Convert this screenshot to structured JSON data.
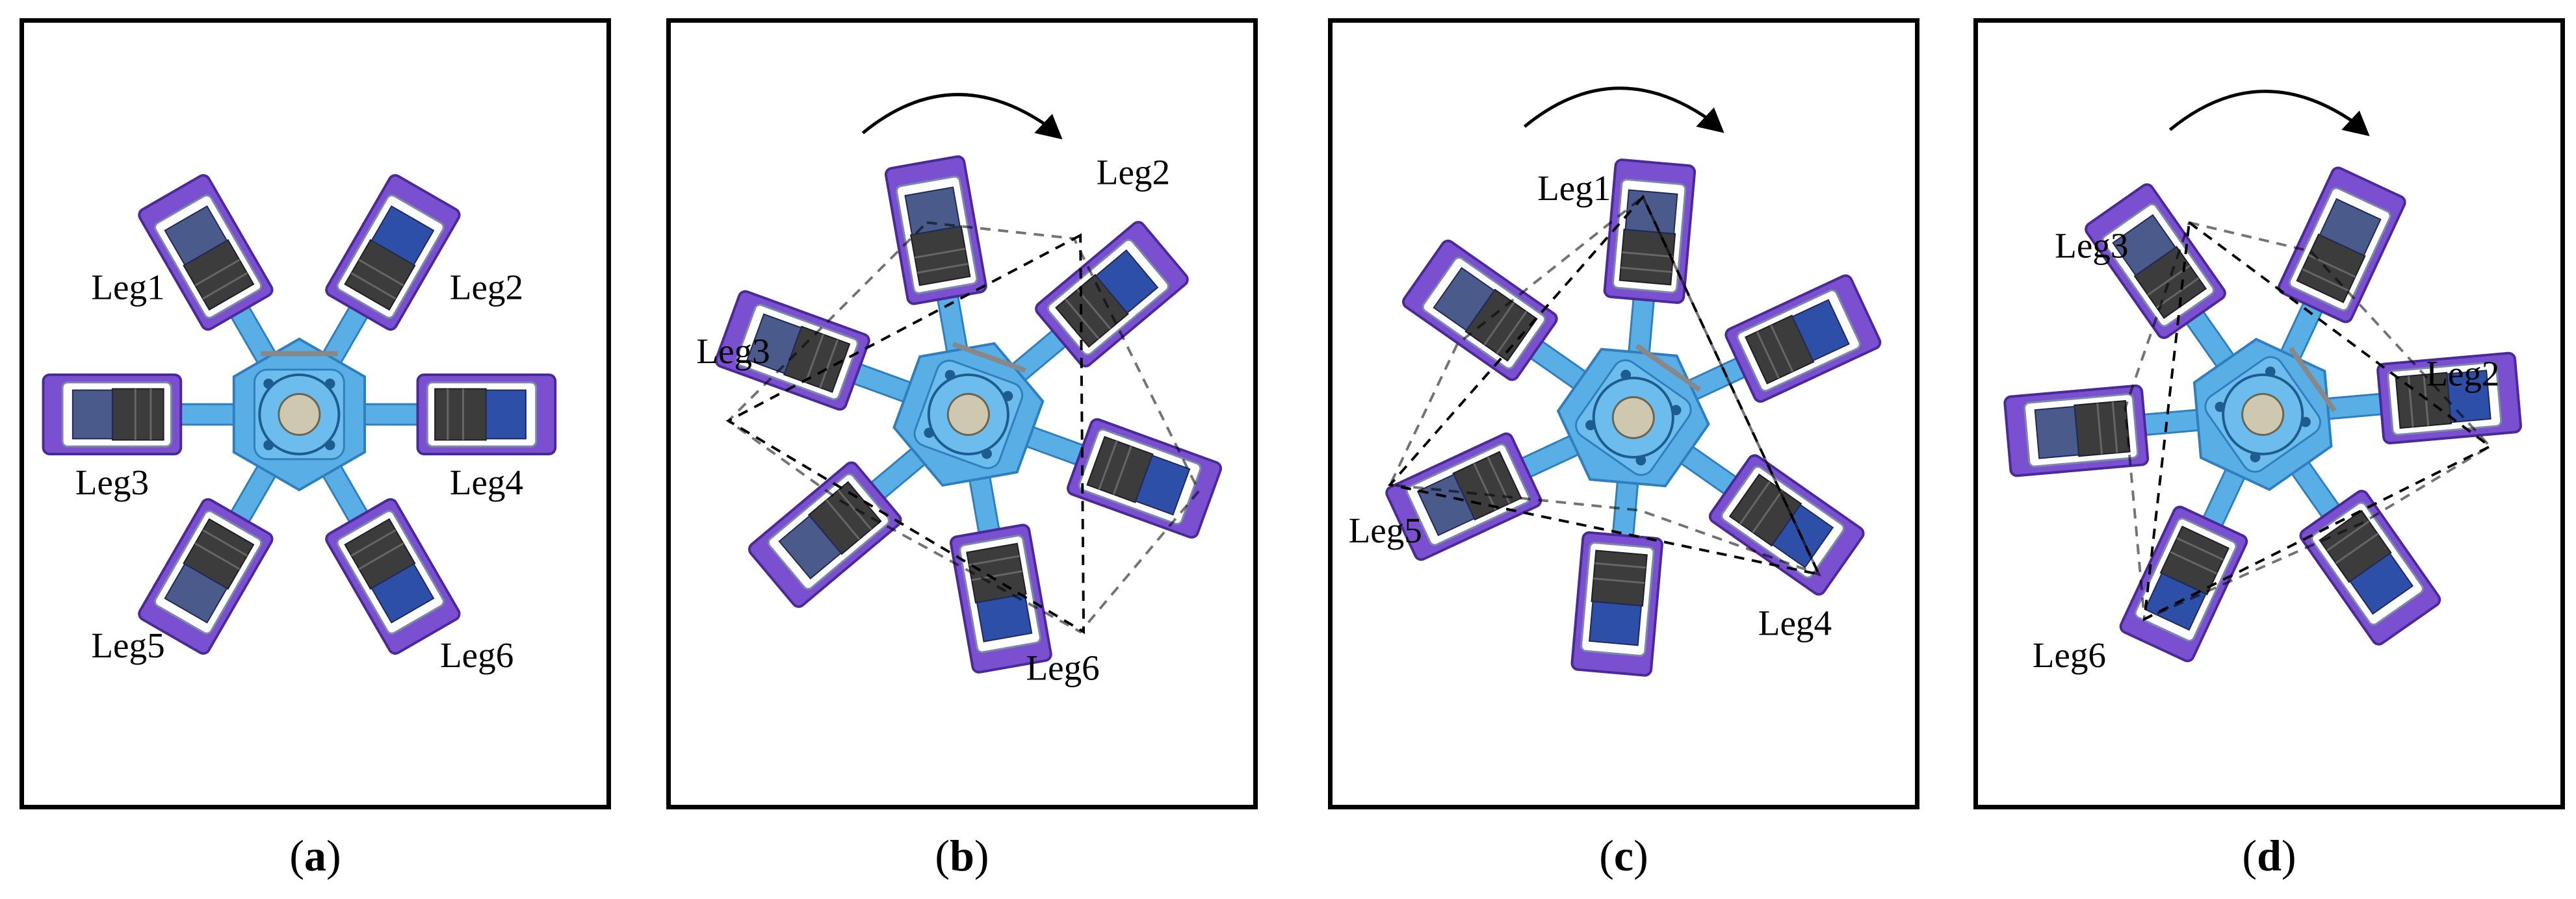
{
  "panels": [
    {
      "caption_letter": "a",
      "labels": [
        "Leg1",
        "Leg2",
        "Leg3",
        "Leg4",
        "Leg5",
        "Leg6"
      ]
    },
    {
      "caption_letter": "b",
      "labels": [
        "Leg2",
        "Leg3",
        "Leg6"
      ]
    },
    {
      "caption_letter": "c",
      "labels": [
        "Leg1",
        "Leg5",
        "Leg4"
      ]
    },
    {
      "caption_letter": "d",
      "labels": [
        "Leg3",
        "Leg2",
        "Leg6"
      ]
    }
  ],
  "colors": {
    "body": "#5aaee6",
    "body_dark": "#2f7fbf",
    "leg_frame": "#7a4fd0",
    "leg_frame_dark": "#4a2a9a",
    "motor": "#3c3c3c",
    "motor_blue": "#2d4fa8",
    "hub": "#cfc8b0"
  },
  "icons": [
    "rotation-arrow-icon"
  ]
}
